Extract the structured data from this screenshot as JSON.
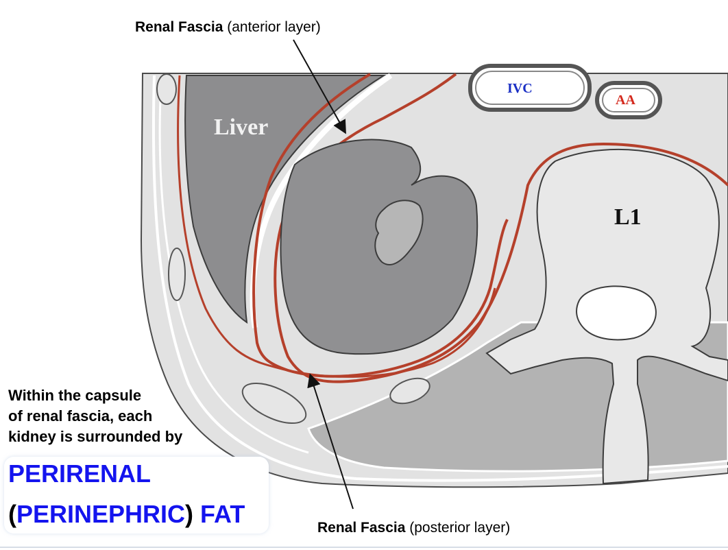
{
  "labels": {
    "anterior_bold": "Renal Fascia",
    "anterior_rest": " (anterior layer)",
    "posterior_bold": "Renal Fascia",
    "posterior_rest": " (posterior layer)"
  },
  "structures": {
    "liver": "Liver",
    "ivc": "IVC",
    "aa": "AA",
    "vertebra": "L1"
  },
  "note": {
    "line1": "Within the capsule",
    "line2": "of renal fascia, each",
    "line3": "kidney is surrounded by"
  },
  "highlight": {
    "line1": "PERIRENAL",
    "open_paren": "(",
    "perinephric": "PERINEPHRIC",
    "close_paren": ")",
    "fat": " FAT"
  },
  "colors": {
    "fascia": "#b5402b",
    "ivc_text": "#1a2fc4",
    "aa_text": "#d42a1e",
    "highlight_text": "#1414ee"
  }
}
